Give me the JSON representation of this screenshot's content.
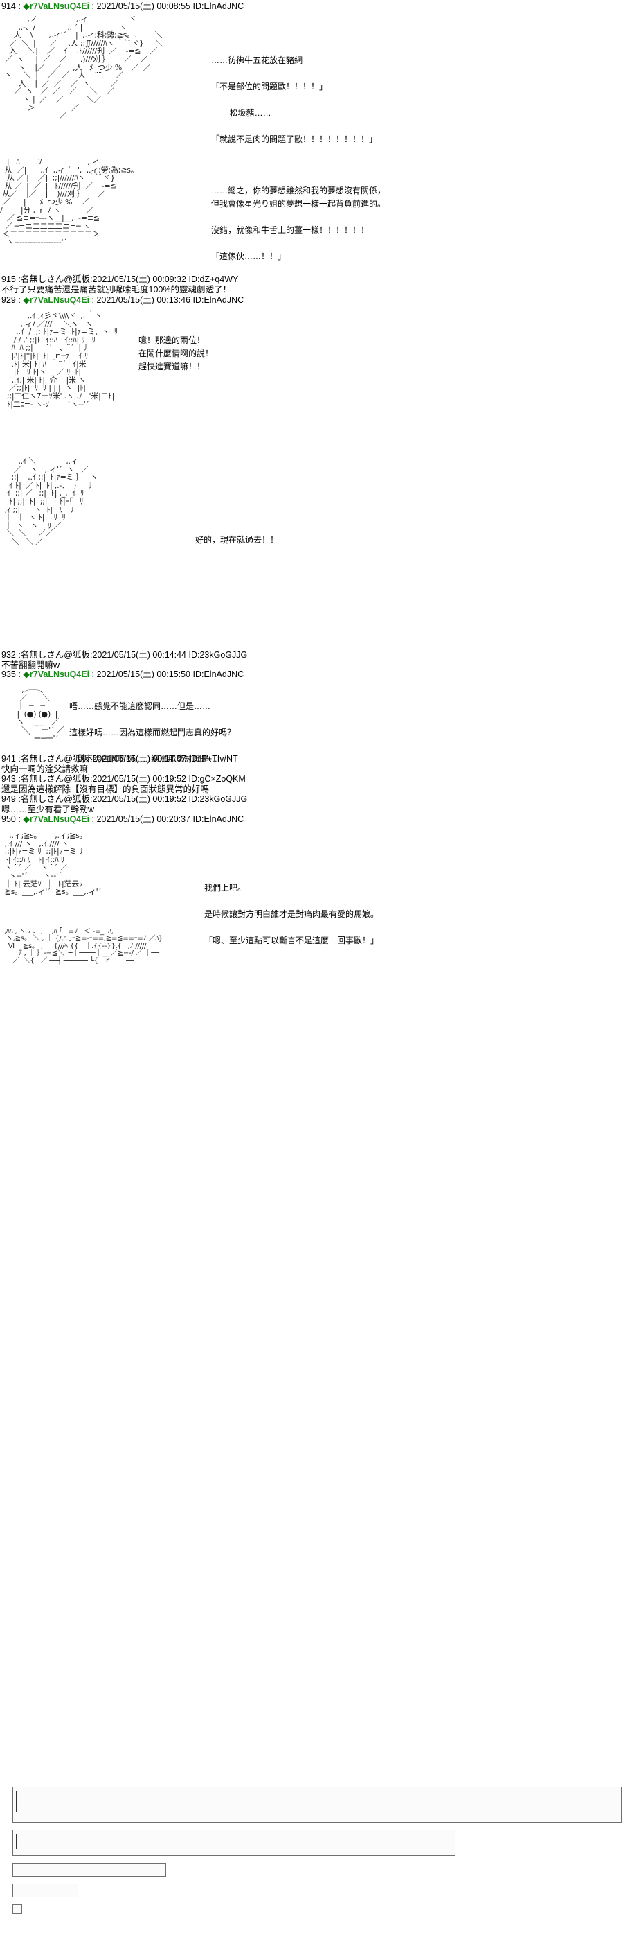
{
  "thread": {
    "board_label": "◆",
    "posts": [
      {
        "id": "post-914",
        "number": "914",
        "sep1": " : ",
        "diamond": "◆",
        "name": "r7VaLNsuQ4Ei",
        "sep2": " : ",
        "date": "2021/05/15(土) 00:08:55",
        "id_label": "ID:ElnAdJNC",
        "body": ""
      },
      {
        "id": "post-915",
        "number": "915",
        "sep1": " :名無しさん@狐板:",
        "diamond": "",
        "name": "",
        "sep2": "",
        "date": "2021/05/15(土) 00:09:32",
        "id_label": "ID:dZ+q4WY",
        "body": "不行了只要痛苦還是痛苦就別囉嗦毛度100%的靈魂劇透了！"
      },
      {
        "id": "post-929",
        "number": "929",
        "sep1": " : ",
        "diamond": "◆",
        "name": "r7VaLNsuQ4Ei",
        "sep2": " : ",
        "date": "2021/05/15(土) 00:13:46",
        "id_label": "ID:ElnAdJNC",
        "body": ""
      },
      {
        "id": "post-932",
        "number": "932",
        "sep1": " :名無しさん@狐板:",
        "diamond": "",
        "name": "",
        "sep2": "",
        "date": "2021/05/15(土) 00:14:44",
        "id_label": "ID:23kGoGJJG",
        "body": "不苦翻翻開嘛w"
      },
      {
        "id": "post-935",
        "number": "935",
        "sep1": " : ",
        "diamond": "◆",
        "name": "r7VaLNsuQ4Ei",
        "sep2": " : ",
        "date": "2021/05/15(土) 00:15:50",
        "id_label": "ID:ElnAdJNC",
        "body": ""
      },
      {
        "id": "post-941",
        "number": "941",
        "sep1": " :名無しさん@狐板:",
        "diamond": "",
        "name": "",
        "sep2": "",
        "date": "2021/05/15(土) 00:17:07",
        "id_label": "ID:lF+TIv/NT",
        "body": "快向一啁的淦父請救嘛"
      },
      {
        "id": "post-943",
        "number": "943",
        "sep1": " :名無しさん@狐板:",
        "diamond": "",
        "name": "",
        "sep2": "",
        "date": "2021/05/15(土) 00:19:52",
        "id_label": "ID:gC×ZoQKM",
        "body": "還是因為這樣解除【沒有目標】的負面狀態異常的好嗎"
      },
      {
        "id": "post-949",
        "number": "949",
        "sep1": " :名無しさん@狐板:",
        "diamond": "",
        "name": "",
        "sep2": "",
        "date": "2021/05/15(土) 00:19:52",
        "id_label": "ID:23kGoGJJG",
        "body": "嗯……至少有看了幹勁w"
      },
      {
        "id": "post-950",
        "number": "950",
        "sep1": " : ",
        "diamond": "◆",
        "name": "r7VaLNsuQ4Ei",
        "sep2": " : ",
        "date": "2021/05/15(土) 00:20:37",
        "id_label": "ID:ElnAdJNC",
        "body": ""
      }
    ],
    "dialogues": {
      "d1": "……彷彿牛五花放在豬網一\n\n「不是部位的問題歐！！！！」\n\n        松坂豬……\n\n「就說不是肉的問題了歐！！！！！！！！」",
      "d2": "……總之，你的夢想雖然和我的夢想沒有關係，\n但我會像星光り姐的夢想一樣一起背負前進的。\n\n沒錯，就像和牛舌上的薑一樣！！！！！！\n\n「這傢伙……！！」",
      "d3": "噫！那邊的兩位！\n在鬧什麼情啊的說！\n趕快進賽道嘛！！",
      "d4": "好的，現在就過去！！",
      "d5": "唔……感覺不能這麼認同……但是……\n\n這樣好嗎……因為這樣而燃起鬥志真的好嗎？\n\n   我不明白啊啊啊……總黑那麼討厭是……",
      "d6": "我們上吧。\n\n是時候讓對方明白誰才是對痛肉最有愛的馬娘。\n\n「嗯、至少這點可以斷言不是這麼一回事歐！」"
    },
    "aa": {
      "art1": "            ,ノ                 ,.ィ                  ヾ\n        ,.-、/              ,. ´ |                ヽ\n      人    \\       ,.ィ'´    |  ,.ィ;科;勢;≧s。.        ＼\n    ／  ＼  |      ／     .人 ;;∬/////ﾊヽ ｀ﾞﾞヾ}     ＼\n    入     ＼|    ／    ｲ    .ﾄ//////刋  ／    -=≦    ／\n  ／  ヽ     |  ／    ／      .)///刈 ｝      ／    ／\n        ヽ    |／    ／     ,人   ﾒ  つ少 %    ／  ／\n  丶     ＼  |    ／   ／    人    ¨¨      ／\n        人    |  ／  ／    ／  ヽ         ／\n      ／  ヽ  |／  ／    ／      ＼    ／\n          ヽ |  ／    ／          ＼／\n            ＞                ／\n                          ／",
      "art2": "   |   ﾊ       .ｿ                    ,.ィ\n  从  ／|      ,.ｲ  ,.ィ'´   ',  ,.ィ;勞;為;≧s。\n   从 ／ |    ／|  ;;|//////ﾊヽ ｀ﾞﾞヾ}\n  从 ／  |  ／  |   ﾄ//////刋  ／    -=≦\n 从／    |／    |    )///刈 ｝      ／\n ／      |      ﾒ  つ少 %    ／\n/        |分 ,  r  ﾉ ヽ           ／\n   ／ ≦≡=ｰ‐--ヽ__|__,. -=≡≦\n  ／ ─=ニ二二二二ニ=─ ヽ\n ＜二二二二二二二二二二二＞\n   ヽ-----------------‐'´",
      "art3": "            ,.ｲ ,ｨ彡ヾ\\\\\\\\ヾ  ,. ｀ヽ\n         ,.ィ/ ／///     ＼ヽ   ヽ\n       ,.ｲ  /  ;;|ﾄ|ｧ=ミ  ﾄ|ｧ=ミ、ヽ  ﾘ\n      / / ,' ;;|ﾄ| ｲ::ﾊ   ｲ::ﾊ| ﾘ   ﾘ\n     ﾊ  ﾊ ;;| ｜ ¨´   、¨´  | ﾘ\n     |ﾊ|ﾄ|''|ﾄ|  ﾄ|  ｒ─ｧ    ｲ ﾘ\n     .ﾄ| 米| ﾄ| ﾊ  ｀¨´   ｲ|米\n      |ﾄ|  ﾘ ﾄ|ヽ  _ ／ ﾘ  ﾄ|\n     ,.ｲ.| 米| ﾄ|  介    |米 ヽ\n    ／;;|ﾄ|  ﾘ  ﾘ | | |  ヽ  |ﾄ|\n   ;;|二仁ヽ7ーｿ米' .ヽ..ﾉ   '米|二ﾄ|\n   ﾄ|二ﾆ=- ヽ-ｿ        `ヽ-‐'´",
      "art4": "        ,.ｲ ＼             ,.ィ\n      ／    ヽ   ,.ィ'´  ヽ   ／\n     ;;|    ,.ｲ ;;|  ﾄ|ｧ=ミ ｝   ヽ\n    ｲ ﾄ|  ／ ﾄ|  ﾄ| ,.-、  ｝   ﾘ\n   ｲ  ;;| ／   ;;|  ﾄ| ,_,  ｲ  ﾘ\n    ﾄ| ;;|  ﾄ|  ;;|  ｀ﾄ|ｰ｢   ﾘ\n  ,ｨ ;;| ｜  ヽ  ﾄ|   ﾘ   ﾘ\n  ｜  ｜  ヽ ﾄ|    ﾘ  ﾘ\n  ｜  ヽ   ヽ    ﾘ ／\n   ＼  ＼     ／／\n     ＼   ＼ ／",
      "art5": "       ,.-──-、\n      ／       ＼\n     ｜  ─   ─ ｜\n     |  (●) (●)  |\n     ヽ    ___   ／\n       ＼  ｀ー'´ ／\n         ｀ー─一'´",
      "art6": "    ,.ィ;≧s。      ,.ィ;≧s。\n  ,.ｲ /// ヽ   ,.ｲ //// ヽ\n  ;;|ﾄ|ｧ=ミ ﾘ  ;;|ﾄ|ｧ=ミ ﾘ\n  ﾄ| ｲ::ﾊ ﾘ   ﾄ| ｲ::ﾊ ﾘ\n  ヽ ¨´ ／    ヽ ¨´ ／\n    ヽ-‐'´       ヽ-‐'´\n  ｜ ﾄ| 云茫ｿ  ｜  ﾄ|茫云ｿ\n  ≧s。___,.ィ'´  ≧s。___,.ィ'´",
      "art7": "  ,ﾊﾊ , ヽ ﾉ ､  , ｜,ﾊ ｢ ─=ｿ   ＜ -=_  ﾊ,\n   ヽ,≧s。 ＼ , ｜ {/,ﾊ ｣ｰ≧=-ｰ==,≧=≦==ｰ=ﾉ ／ﾊ}\n    Ⅵ    ≧s。 , ｜ {///ﾍ {{   ｜.{{--}}.{   ,ﾉ /////\n         ｱ , ｜ ｝-=≦＼  ─｜────｜__ ／≧=-/ ／ ｜──\n      ／  ＼{   ／ ──┤ ────── └{   ｒ    ｜──"
    },
    "form": {
      "comment_value": "",
      "comment_placeholder": "",
      "name_value": "",
      "name_placeholder": "",
      "mail_value": "",
      "mail_placeholder": "",
      "submit_value": "",
      "checkbox_checked": false
    },
    "colors": {
      "tripcode_green": "#1a8a1a",
      "text_black": "#000000",
      "page_bg": "#ffffff",
      "field_border": "#6f6f6f"
    }
  }
}
